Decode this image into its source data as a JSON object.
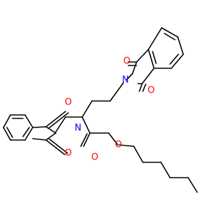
{
  "molecule": {
    "atoms": {
      "o_top_left": "O",
      "o_top_right": "O",
      "n_top": "N",
      "o_mid_left_top": "O",
      "n_left": "N",
      "o_mid_left_bottom": "O",
      "o_ester_carbonyl": "O",
      "o_ester_link": "O"
    }
  },
  "colors": {
    "bond": "#000000",
    "oxygen": "#ff0000",
    "nitrogen": "#0000ff",
    "background": "#ffffff"
  }
}
